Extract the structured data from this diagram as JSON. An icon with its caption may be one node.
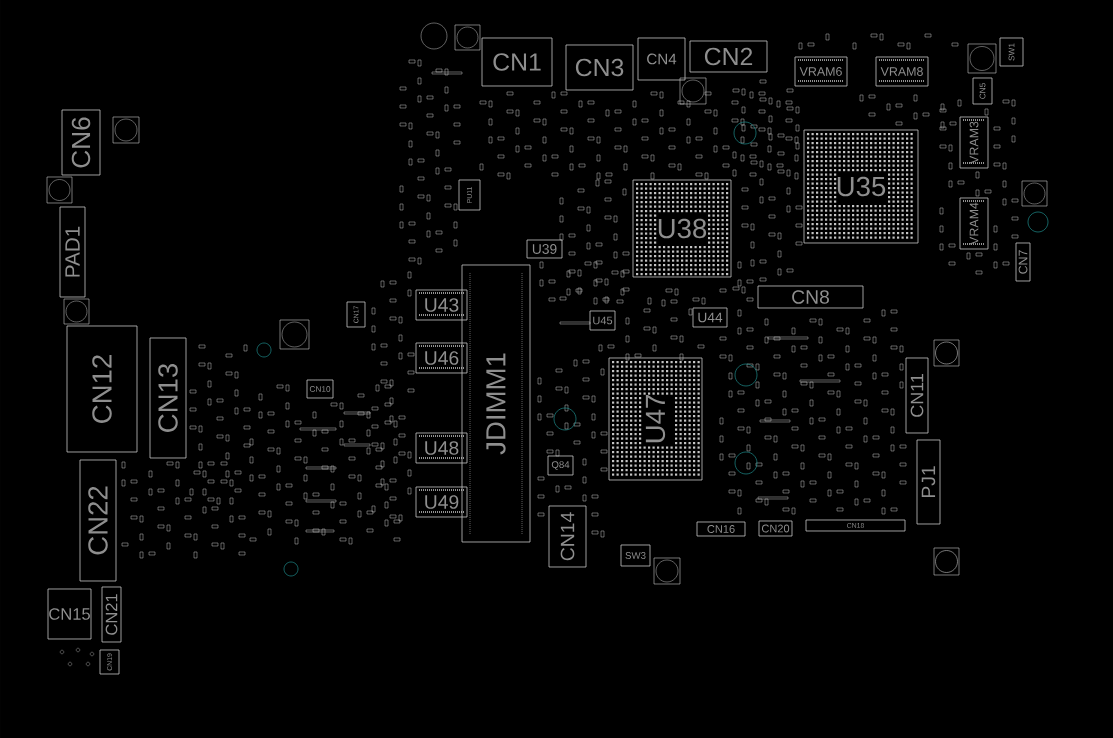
{
  "diagram": {
    "nodes": [
      {
        "text": [
          "CN1"
        ]
      },
      {
        "text": [
          "CN3"
        ]
      },
      {
        "text": [
          "CN4"
        ]
      },
      {
        "text": [
          "CN2"
        ]
      },
      {
        "text": [
          "VRAM6"
        ]
      },
      {
        "text": [
          "VRAM8"
        ]
      },
      {
        "text": [
          "SW1"
        ]
      },
      {
        "text": [
          "CN5"
        ]
      },
      {
        "text": [
          "CN6"
        ]
      },
      {
        "text": [
          "VRAM3"
        ]
      },
      {
        "text": [
          "U35"
        ]
      },
      {
        "text": [
          "U38"
        ]
      },
      {
        "text": [
          "PU11"
        ]
      },
      {
        "text": [
          "VRAM4"
        ]
      },
      {
        "text": [
          "PAD1"
        ]
      },
      {
        "text": [
          "U39"
        ]
      },
      {
        "text": [
          "CN7"
        ]
      },
      {
        "text": [
          "JDIMM1"
        ]
      },
      {
        "text": [
          "CN8"
        ]
      },
      {
        "text": [
          "U43"
        ]
      },
      {
        "text": [
          "CN17"
        ]
      },
      {
        "text": [
          "U45"
        ]
      },
      {
        "text": [
          "U44"
        ]
      },
      {
        "text": [
          "CN12"
        ]
      },
      {
        "text": [
          "CN13"
        ]
      },
      {
        "text": [
          "U46"
        ]
      },
      {
        "text": [
          "U47"
        ]
      },
      {
        "text": [
          "CN11"
        ]
      },
      {
        "text": [
          "CN10"
        ]
      },
      {
        "text": [
          "U48"
        ]
      },
      {
        "text": [
          "PJ1"
        ]
      },
      {
        "text": [
          "Q84"
        ]
      },
      {
        "text": [
          "CN22"
        ]
      },
      {
        "text": [
          "U49"
        ]
      },
      {
        "text": [
          "CN14"
        ]
      },
      {
        "text": [
          "CN20"
        ]
      },
      {
        "text": [
          "CN18"
        ]
      },
      {
        "text": [
          "CN16"
        ]
      },
      {
        "text": [
          "SW3"
        ]
      },
      {
        "text": [
          "CN15"
        ]
      },
      {
        "text": [
          "CN21"
        ]
      },
      {
        "text": [
          "CN19"
        ]
      }
    ]
  }
}
